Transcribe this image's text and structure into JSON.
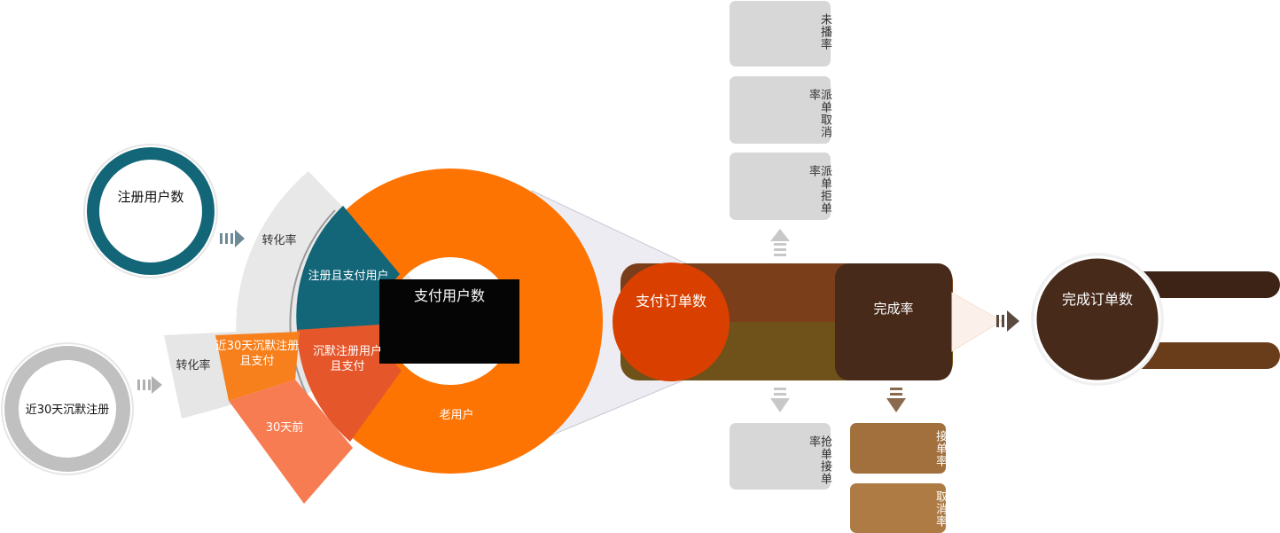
{
  "nodes": {
    "registered_users": "注册用户数",
    "silent_registered_30d": "近30天沉默注册",
    "paying_users": "支付用户数",
    "registered_and_paid": "注册且支付用户",
    "silent_registered_and_paid": "沉默注册用户\n且支付",
    "recent30_silent_and_paid": "近30天沉默注册\n且支付",
    "before_30_days": "30天前",
    "old_users": "老用户",
    "payment_orders": "支付订单数",
    "completion_rate": "完成率",
    "completed_orders": "完成订单数",
    "conversion_rate_top": "转化率",
    "conversion_rate_bottom": "转化率"
  },
  "metrics_top": [
    "未播率",
    "派单取消率",
    "派单拒单率"
  ],
  "metrics_bottom_grey": [
    "抢单接单率"
  ],
  "metrics_bottom_brown": [
    "接单率",
    "取消率"
  ],
  "colors": {
    "teal": "#136678",
    "orange": "#fd7403",
    "grey_ring": "#c9c9c9",
    "black": "#050505",
    "red_orange": "#d94000",
    "dark_brown": "#472a1a",
    "mid_brown": "#7b3e1a",
    "olive_brown": "#6e5219",
    "light_brown": "#a1703c"
  }
}
